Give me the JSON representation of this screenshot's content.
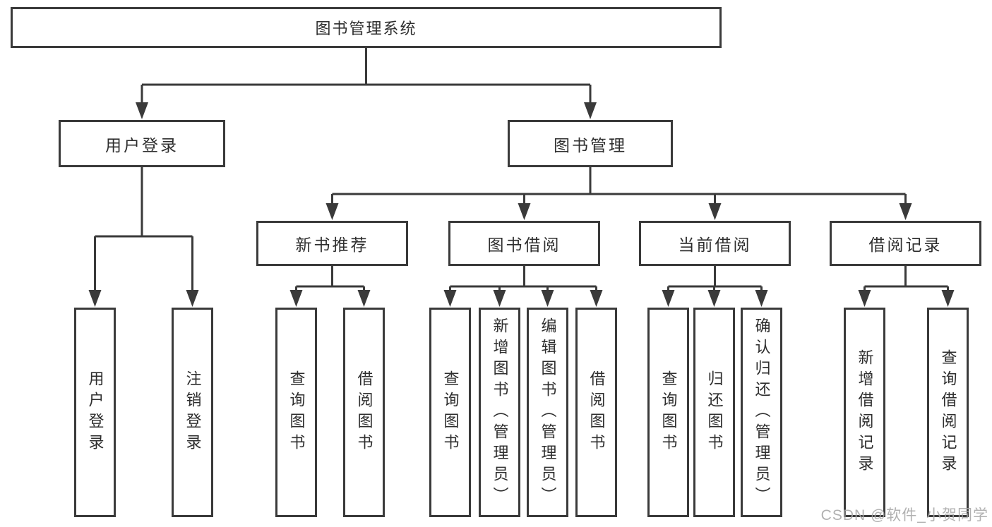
{
  "colors": {
    "line": "#3a3a3a",
    "text": "#2e2e2e",
    "watermark": "#a8a8a8",
    "background": "#ffffff"
  },
  "watermark": {
    "text": "CSDN @软件_小贺同学"
  },
  "tree": {
    "root": {
      "label": "图书管理系统",
      "children": [
        {
          "label": "用户登录",
          "children": [
            {
              "label": "用户登录"
            },
            {
              "label": "注销登录"
            }
          ]
        },
        {
          "label": "图书管理",
          "children": [
            {
              "label": "新书推荐",
              "children": [
                {
                  "label": "查询图书"
                },
                {
                  "label": "借阅图书"
                }
              ]
            },
            {
              "label": "图书借阅",
              "children": [
                {
                  "label": "查询图书"
                },
                {
                  "label": "新增图书（管理员）"
                },
                {
                  "label": "编辑图书（管理员）"
                },
                {
                  "label": "借阅图书"
                }
              ]
            },
            {
              "label": "当前借阅",
              "children": [
                {
                  "label": "查询图书"
                },
                {
                  "label": "归还图书"
                },
                {
                  "label": "确认归还（管理员）"
                }
              ]
            },
            {
              "label": "借阅记录",
              "children": [
                {
                  "label": "新增借阅记录"
                },
                {
                  "label": "查询借阅记录"
                }
              ]
            }
          ]
        }
      ]
    }
  }
}
